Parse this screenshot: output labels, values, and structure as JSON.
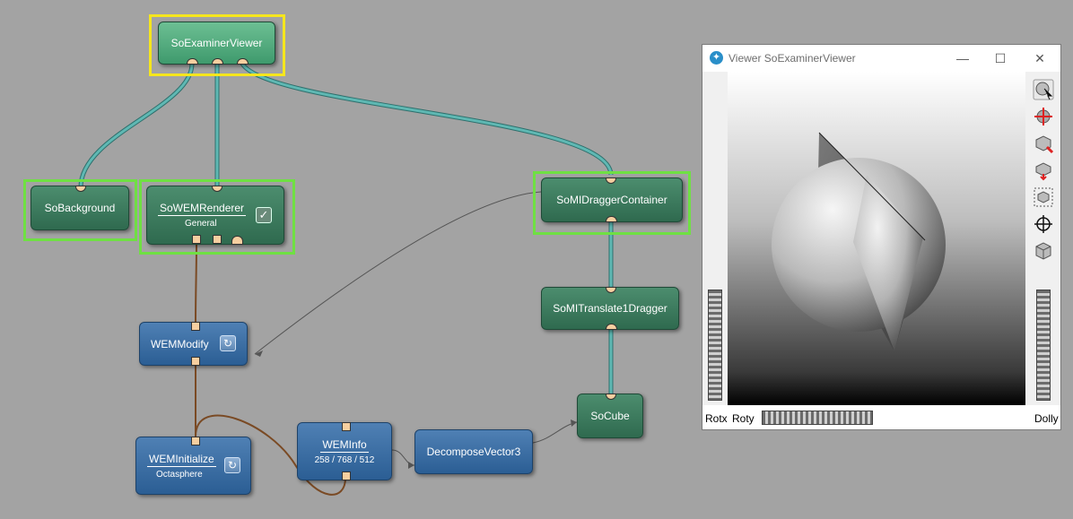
{
  "network": {
    "nodes": {
      "examiner": {
        "title": "SoExaminerViewer"
      },
      "background": {
        "title": "SoBackground"
      },
      "wemrenderer": {
        "title": "SoWEMRenderer",
        "sub": "General"
      },
      "dragger_container": {
        "title": "SoMIDraggerContainer"
      },
      "translate_dragger": {
        "title": "SoMITranslate1Dragger"
      },
      "wemmodify": {
        "title": "WEMModify"
      },
      "cube": {
        "title": "SoCube"
      },
      "weminitialize": {
        "title": "WEMInitialize",
        "sub": "Octasphere"
      },
      "weminfo": {
        "title": "WEMInfo",
        "sub": "258 / 768 / 512"
      },
      "decompose": {
        "title": "DecomposeVector3"
      }
    },
    "colors": {
      "inventor_node": "#3f7d5e",
      "ml_node": "#3a6ea4",
      "selection_yellow": "#f5e61d",
      "selection_green": "#6fe043",
      "wire_inventor": "#4aa3a0",
      "wire_wem": "#7a4a24"
    }
  },
  "viewer": {
    "title": "Viewer SoExaminerViewer",
    "app_icon": "mevislab-icon",
    "controls": {
      "minimize": "—",
      "maximize": "☐",
      "close": "✕"
    },
    "labels": {
      "rotx": "Rotx",
      "roty": "Roty",
      "dolly": "Dolly"
    },
    "tools": [
      "pick-arrow-icon",
      "rotate-icon",
      "seek-icon",
      "home-icon",
      "view-all-icon",
      "center-icon",
      "cube-view-icon"
    ]
  }
}
